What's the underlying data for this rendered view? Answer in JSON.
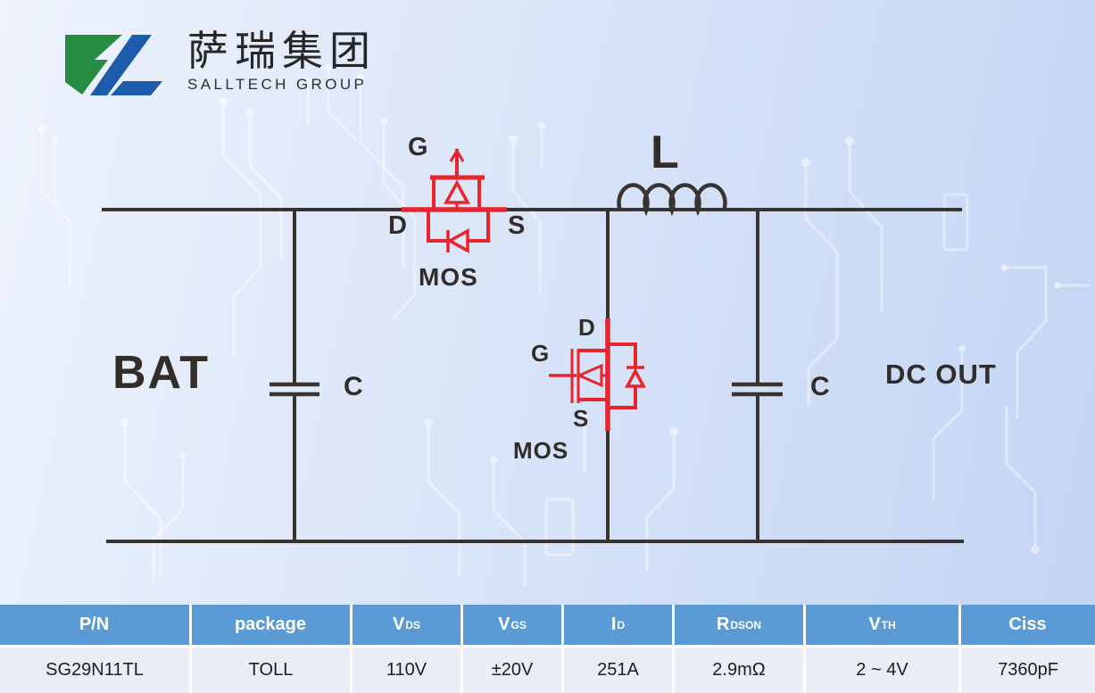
{
  "logo": {
    "company_cn": "萨瑞集团",
    "company_en": "SALLTECH GROUP",
    "green": "#268d43",
    "blue": "#1d5bab"
  },
  "diagram": {
    "labels": {
      "battery": "BAT",
      "inductor": "L",
      "cap_left": "C",
      "cap_right": "C",
      "dc_out": "DC OUT",
      "mos_top": {
        "gate": "G",
        "drain": "D",
        "source": "S",
        "name": "MOS"
      },
      "mos_bottom": {
        "gate": "G",
        "drain": "D",
        "source": "S",
        "name": "MOS"
      }
    },
    "colors": {
      "wire": "#3a3431",
      "mosfet_symbol": "#e8242c"
    }
  },
  "table": {
    "header_bg": "#5b9bd5",
    "row_bg": "#e9edf6",
    "columns": [
      {
        "base": "P/N",
        "sub": "",
        "value": "SG29N11TL"
      },
      {
        "base": "package",
        "sub": "",
        "value": "TOLL"
      },
      {
        "base": "V",
        "sub": "DS",
        "value": "110V"
      },
      {
        "base": "V",
        "sub": "GS",
        "value": "±20V"
      },
      {
        "base": "I",
        "sub": "D",
        "value": "251A"
      },
      {
        "base": "R",
        "sub": "DSON",
        "value": "2.9mΩ"
      },
      {
        "base": "V",
        "sub": "TH",
        "value": "2 ~ 4V"
      },
      {
        "base": "Ciss",
        "sub": "",
        "value": "7360pF"
      }
    ]
  }
}
